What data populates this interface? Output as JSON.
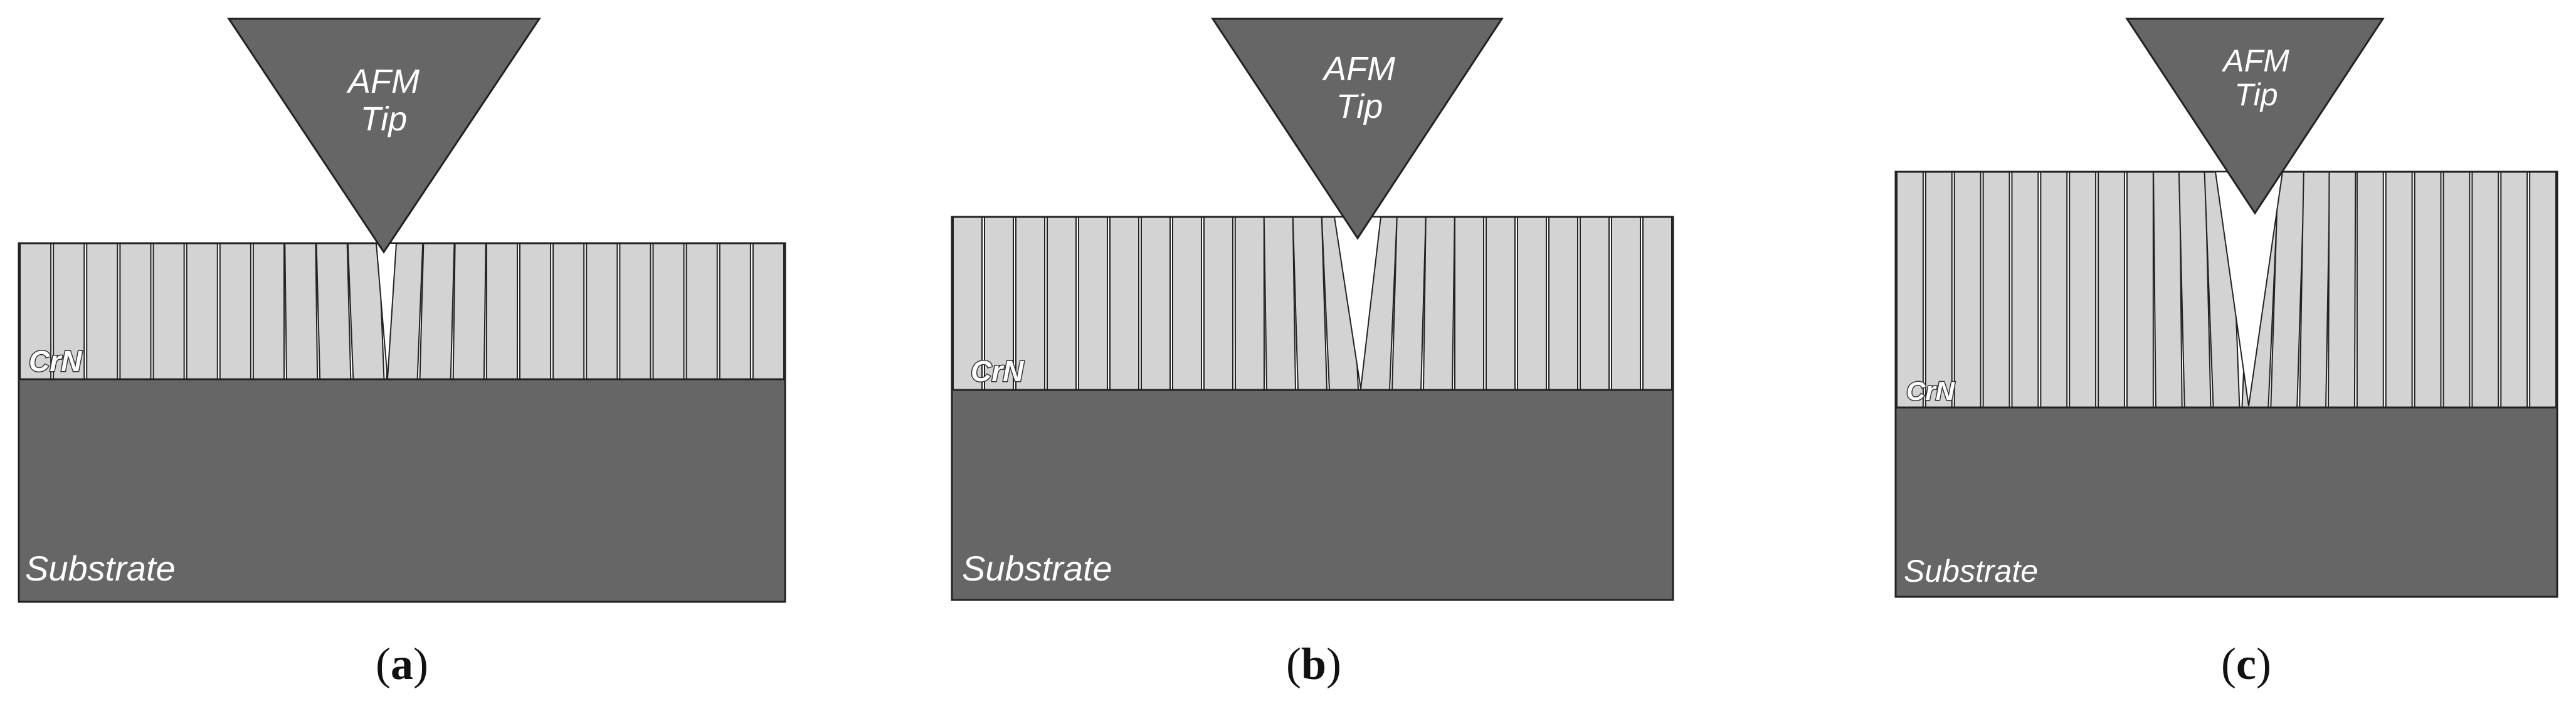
{
  "panels": [
    {
      "id": "a",
      "tip_line1": "AFM",
      "tip_line2": "Tip",
      "coating_label": "CrN",
      "substrate_label": "Substrate",
      "caption_open": "(",
      "caption_letter": "a",
      "caption_close": ")"
    },
    {
      "id": "b",
      "tip_line1": "AFM",
      "tip_line2": "Tip",
      "coating_label": "CrN",
      "substrate_label": "Substrate",
      "caption_open": "(",
      "caption_letter": "b",
      "caption_close": ")"
    },
    {
      "id": "c",
      "tip_line1": "AFM",
      "tip_line2": "Tip",
      "coating_label": "CrN",
      "substrate_label": "Substrate",
      "caption_open": "(",
      "caption_letter": "c",
      "caption_close": ")"
    }
  ],
  "colors": {
    "substrate": "#666666",
    "columns": "#d3d3d3",
    "tip": "#666666",
    "outline": "#222222",
    "crack": "#ffffff"
  }
}
